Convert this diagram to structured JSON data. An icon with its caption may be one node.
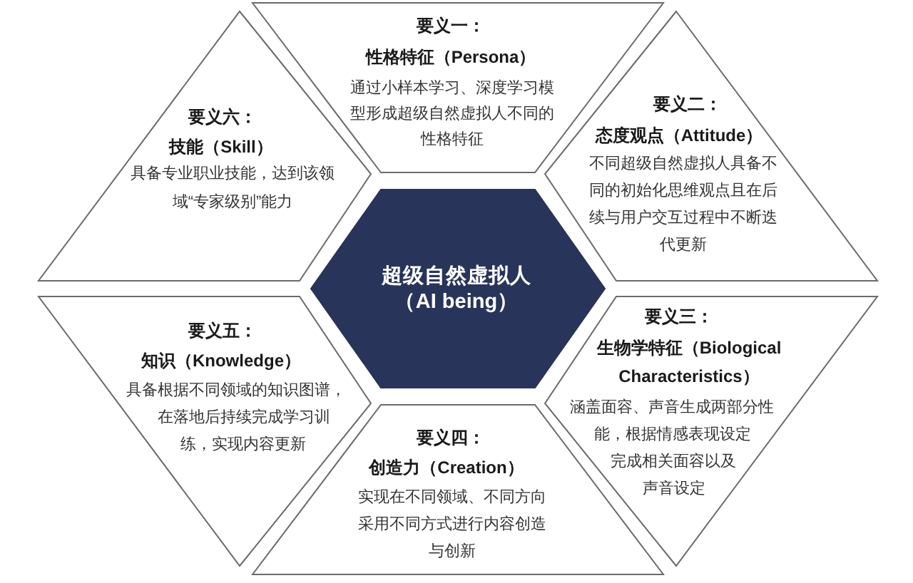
{
  "diagram": {
    "nodes": [
      {
        "text": [
          "要义一：",
          "性格特征（Persona）",
          "通过小样本学习、深度学习模型形成超级自然虚拟人不同的性格特征"
        ]
      },
      {
        "text": [
          "要义六：",
          "技能（Skill）",
          "具备专业职业技能，达到该领域“专家级别”能力"
        ]
      },
      {
        "text": [
          "要义二：",
          "态度观点（Attitude）",
          "不同超级自然虚拟人具备不同的初始化思维观点且在后续与用户交互过程中不断迭代更新"
        ]
      },
      {
        "text": [
          "超级自然虚拟人（AI being）"
        ]
      },
      {
        "text": [
          "要义五：",
          "知识（Knowledge）",
          "具备根据不同领域的知识图谱，在落地后持续完成学习训练，实现内容更新"
        ]
      },
      {
        "text": [
          "要义三：",
          "生物学特征（Biological Characteristics）",
          "涵盖面容、声音生成两部分性能，根据情感表现设定完成相关面容以及声音设定"
        ]
      },
      {
        "text": [
          "要义四：",
          "创造力（Creation）",
          "实现在不同领域、不同方向采用不同方式进行内容创造与创新"
        ]
      }
    ]
  }
}
